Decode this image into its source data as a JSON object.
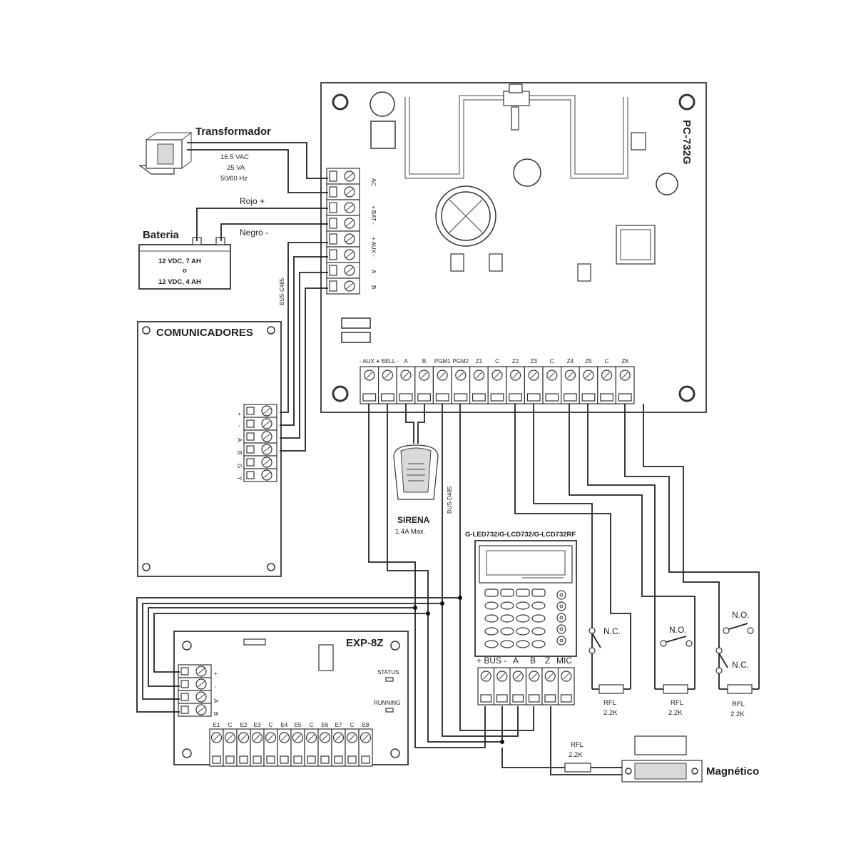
{
  "main_panel": {
    "model": "PC-732G",
    "power_terminals": [
      "AC",
      "+ BAT -",
      "+ AUX -",
      "A",
      "B"
    ],
    "bottom_terminals": [
      "- AUX +",
      "+ BELL -",
      "A",
      "B",
      "PGM1",
      "PGM2",
      "Z1",
      "C",
      "Z2",
      "Z3",
      "C",
      "Z4",
      "Z5",
      "C",
      "Z6"
    ]
  },
  "transformer": {
    "title": "Transformador",
    "spec_voltage": "16.5 VAC",
    "spec_power": "25 VA",
    "spec_freq": "50/60 Hz"
  },
  "battery": {
    "title": "Bateria",
    "red_wire": "Rojo +",
    "black_wire": "Negro -",
    "spec_line1": "12 VDC, 7 AH",
    "spec_line2": "o",
    "spec_line3": "12 VDC, 4 AH"
  },
  "bus_label": "BUS-C485",
  "bus_label_2": "BUS-D485",
  "communicators": {
    "title": "COMUNICADORES",
    "terminals": [
      "+",
      "-",
      "A",
      "B",
      "G",
      "Y"
    ]
  },
  "siren": {
    "title": "SIRENA",
    "spec": "1.4A Max."
  },
  "keypad": {
    "models": "G-LED732/G-LCD732/G-LCD732RF",
    "terminals": [
      "+ BUS -",
      "A",
      "B",
      "Z",
      "MIC"
    ]
  },
  "expander": {
    "title": "EXP-8Z",
    "status_label": "STATUS",
    "running_label": "RUNNING",
    "side_terminals": [
      "+",
      "-",
      "A",
      "B"
    ],
    "zone_terminals": [
      "E1",
      "C",
      "E2",
      "E3",
      "C",
      "E4",
      "E5",
      "C",
      "E6",
      "E7",
      "C",
      "E8"
    ]
  },
  "zones": {
    "nc_label": "N.C.",
    "no_label": "N.O.",
    "resistor_label": "RFL",
    "resistor_value": "2.2K"
  },
  "magnetic": {
    "title": "Magnético",
    "resistor_label": "RFL",
    "resistor_value": "2.2K"
  },
  "colors": {
    "line": "#222222",
    "background": "#ffffff",
    "component_fill": "#d9d9d9"
  }
}
